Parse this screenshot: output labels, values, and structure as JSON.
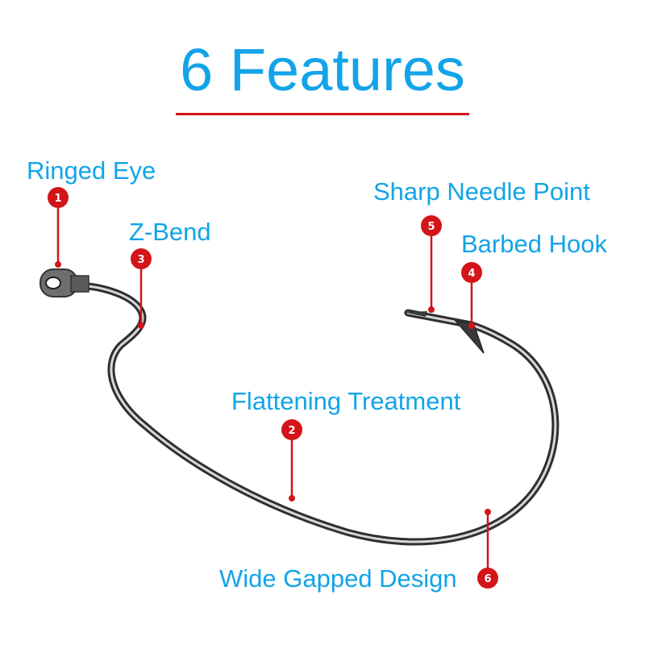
{
  "title": "6 Features",
  "colors": {
    "label_text": "#12a4e8",
    "marker": "#d31418",
    "hook_metal": "#3a3a3a",
    "underline": "#d31418"
  },
  "features": [
    {
      "number": "1",
      "label": "Ringed Eye"
    },
    {
      "number": "2",
      "label": "Flattening Treatment"
    },
    {
      "number": "3",
      "label": "Z-Bend"
    },
    {
      "number": "4",
      "label": "Barbed Hook"
    },
    {
      "number": "5",
      "label": "Sharp Needle Point"
    },
    {
      "number": "6",
      "label": "Wide Gapped Design"
    }
  ]
}
